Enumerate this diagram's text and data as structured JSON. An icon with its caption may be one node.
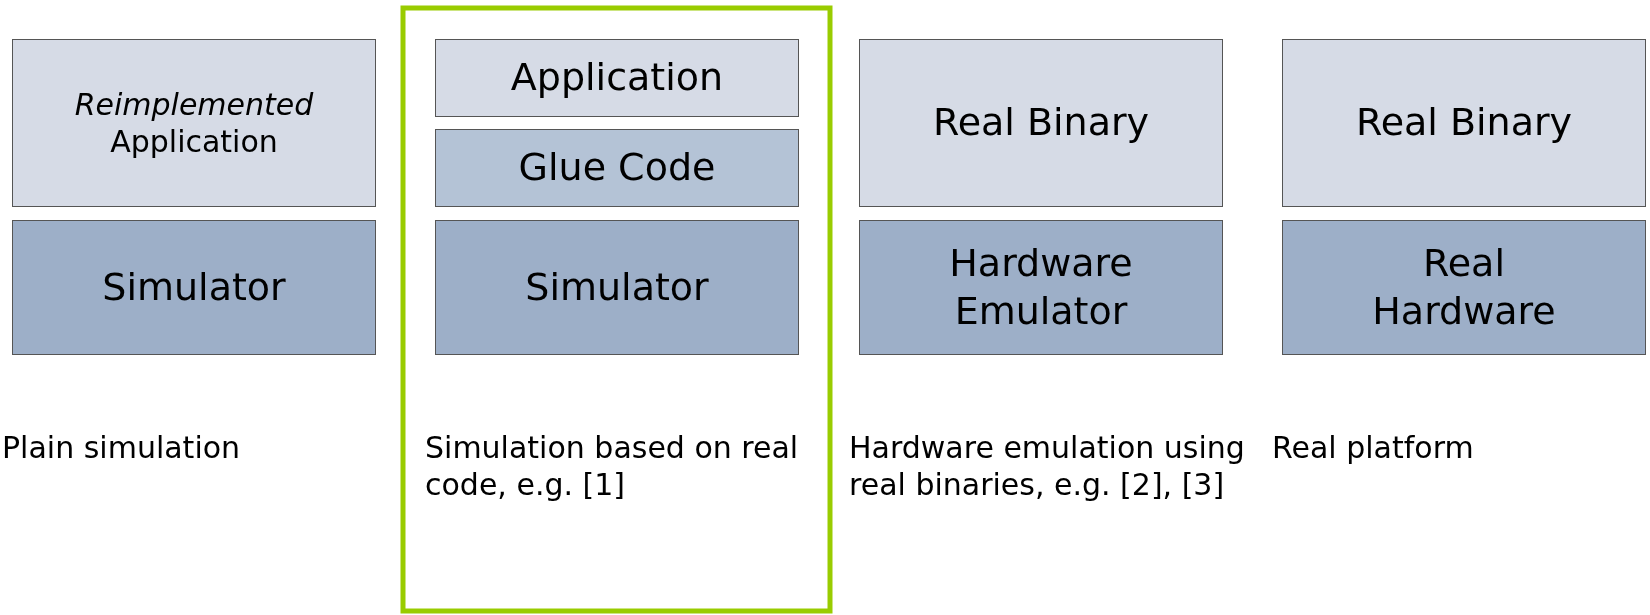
{
  "diagram": {
    "nodes": [
      {
        "text": [
          "*Reimplemented* Application"
        ]
      },
      {
        "text": [
          "Simulator"
        ]
      },
      {
        "text": [
          "Application"
        ]
      },
      {
        "text": [
          "Glue Code"
        ]
      },
      {
        "text": [
          "Simulator"
        ]
      },
      {
        "text": [
          "Real Binary"
        ]
      },
      {
        "text": [
          "Hardware Emulator"
        ]
      },
      {
        "text": [
          "Real Binary"
        ]
      },
      {
        "text": [
          "Real Hardware"
        ]
      }
    ],
    "labels": [
      "Plain simulation",
      "Simulation based on real code, e.g. [1]",
      "Hardware emulation using real binaries, e.g. [2], [3]",
      "Real platform"
    ]
  }
}
